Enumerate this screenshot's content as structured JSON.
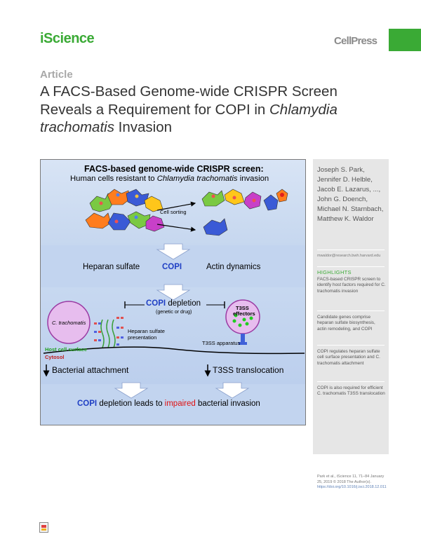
{
  "header": {
    "journal": "iScience",
    "publisher": "CellPress",
    "article_type": "Article",
    "title_part1": "A FACS-Based Genome-wide CRISPR Screen Reveals a Requirement for COPI in ",
    "title_italic1": "Chlamydia trachomatis",
    "title_part2": " Invasion"
  },
  "graphical_abstract": {
    "panel1_title": "FACS-based genome-wide CRISPR screen:",
    "panel1_subtitle_pre": "Human cells resistant to ",
    "panel1_subtitle_italic": "Chlamydia trachomatis",
    "panel1_subtitle_post": " invasion",
    "cell_sorting": "Cell sorting",
    "heparan_sulfate": "Heparan sulfate",
    "copi": "COPI",
    "actin_dynamics": "Actin dynamics",
    "copi_depletion_1": "COPI",
    "copi_depletion_2": " depletion",
    "genetic_or_drug": "(genetic or drug)",
    "c_trachomatis": "C. trachomatis",
    "heparan_sulfate_presentation_1": "Heparan sulfate",
    "heparan_sulfate_presentation_2": "presentation",
    "host_cell_surface": "Host cell surface",
    "cytosol": "Cytosol",
    "t3ss_effectors_1": "T3SS",
    "t3ss_effectors_2": "effectors",
    "t3ss_apparatus": "T3SS apparatus",
    "bacterial_attachment": "Bacterial attachment",
    "t3ss_translocation": "T3SS translocation",
    "conclusion_1": "COPI",
    "conclusion_2": " depletion leads to ",
    "conclusion_3": "impaired",
    "conclusion_4": " bacterial invasion",
    "colors": {
      "copi_blue": "#1f3fc4",
      "impaired_red": "#e01010",
      "host_green": "#22a022",
      "bacterium_fill": "#e7bdee",
      "bacterium_stroke": "#9b3ba3"
    }
  },
  "sidebar": {
    "authors": "Joseph S. Park, Jennifer D. Helble, Jacob E. Lazarus, ..., John G. Doench, Michael N. Starnbach, Matthew K. Waldor",
    "email": "mwaldor@research.bwh.harvard.edu",
    "highlights_heading": "HIGHLIGHTS",
    "highlights": [
      "FACS-based CRISPR screen to identify host factors required for C. trachomatis invasion",
      "Candidate genes comprise heparan sulfate biosynthesis, actin remodeling, and COPI",
      "COPI regulates heparan sulfate cell surface presentation and C. trachomatis attachment",
      "COPI is also required for efficient C. trachomatis T3SS translocation"
    ],
    "citation": "Park et al., iScience 11, 71–84 January 25, 2019 © 2018 The Author(s).",
    "doi": "https://doi.org/10.1016/j.isci.2018.12.011"
  }
}
